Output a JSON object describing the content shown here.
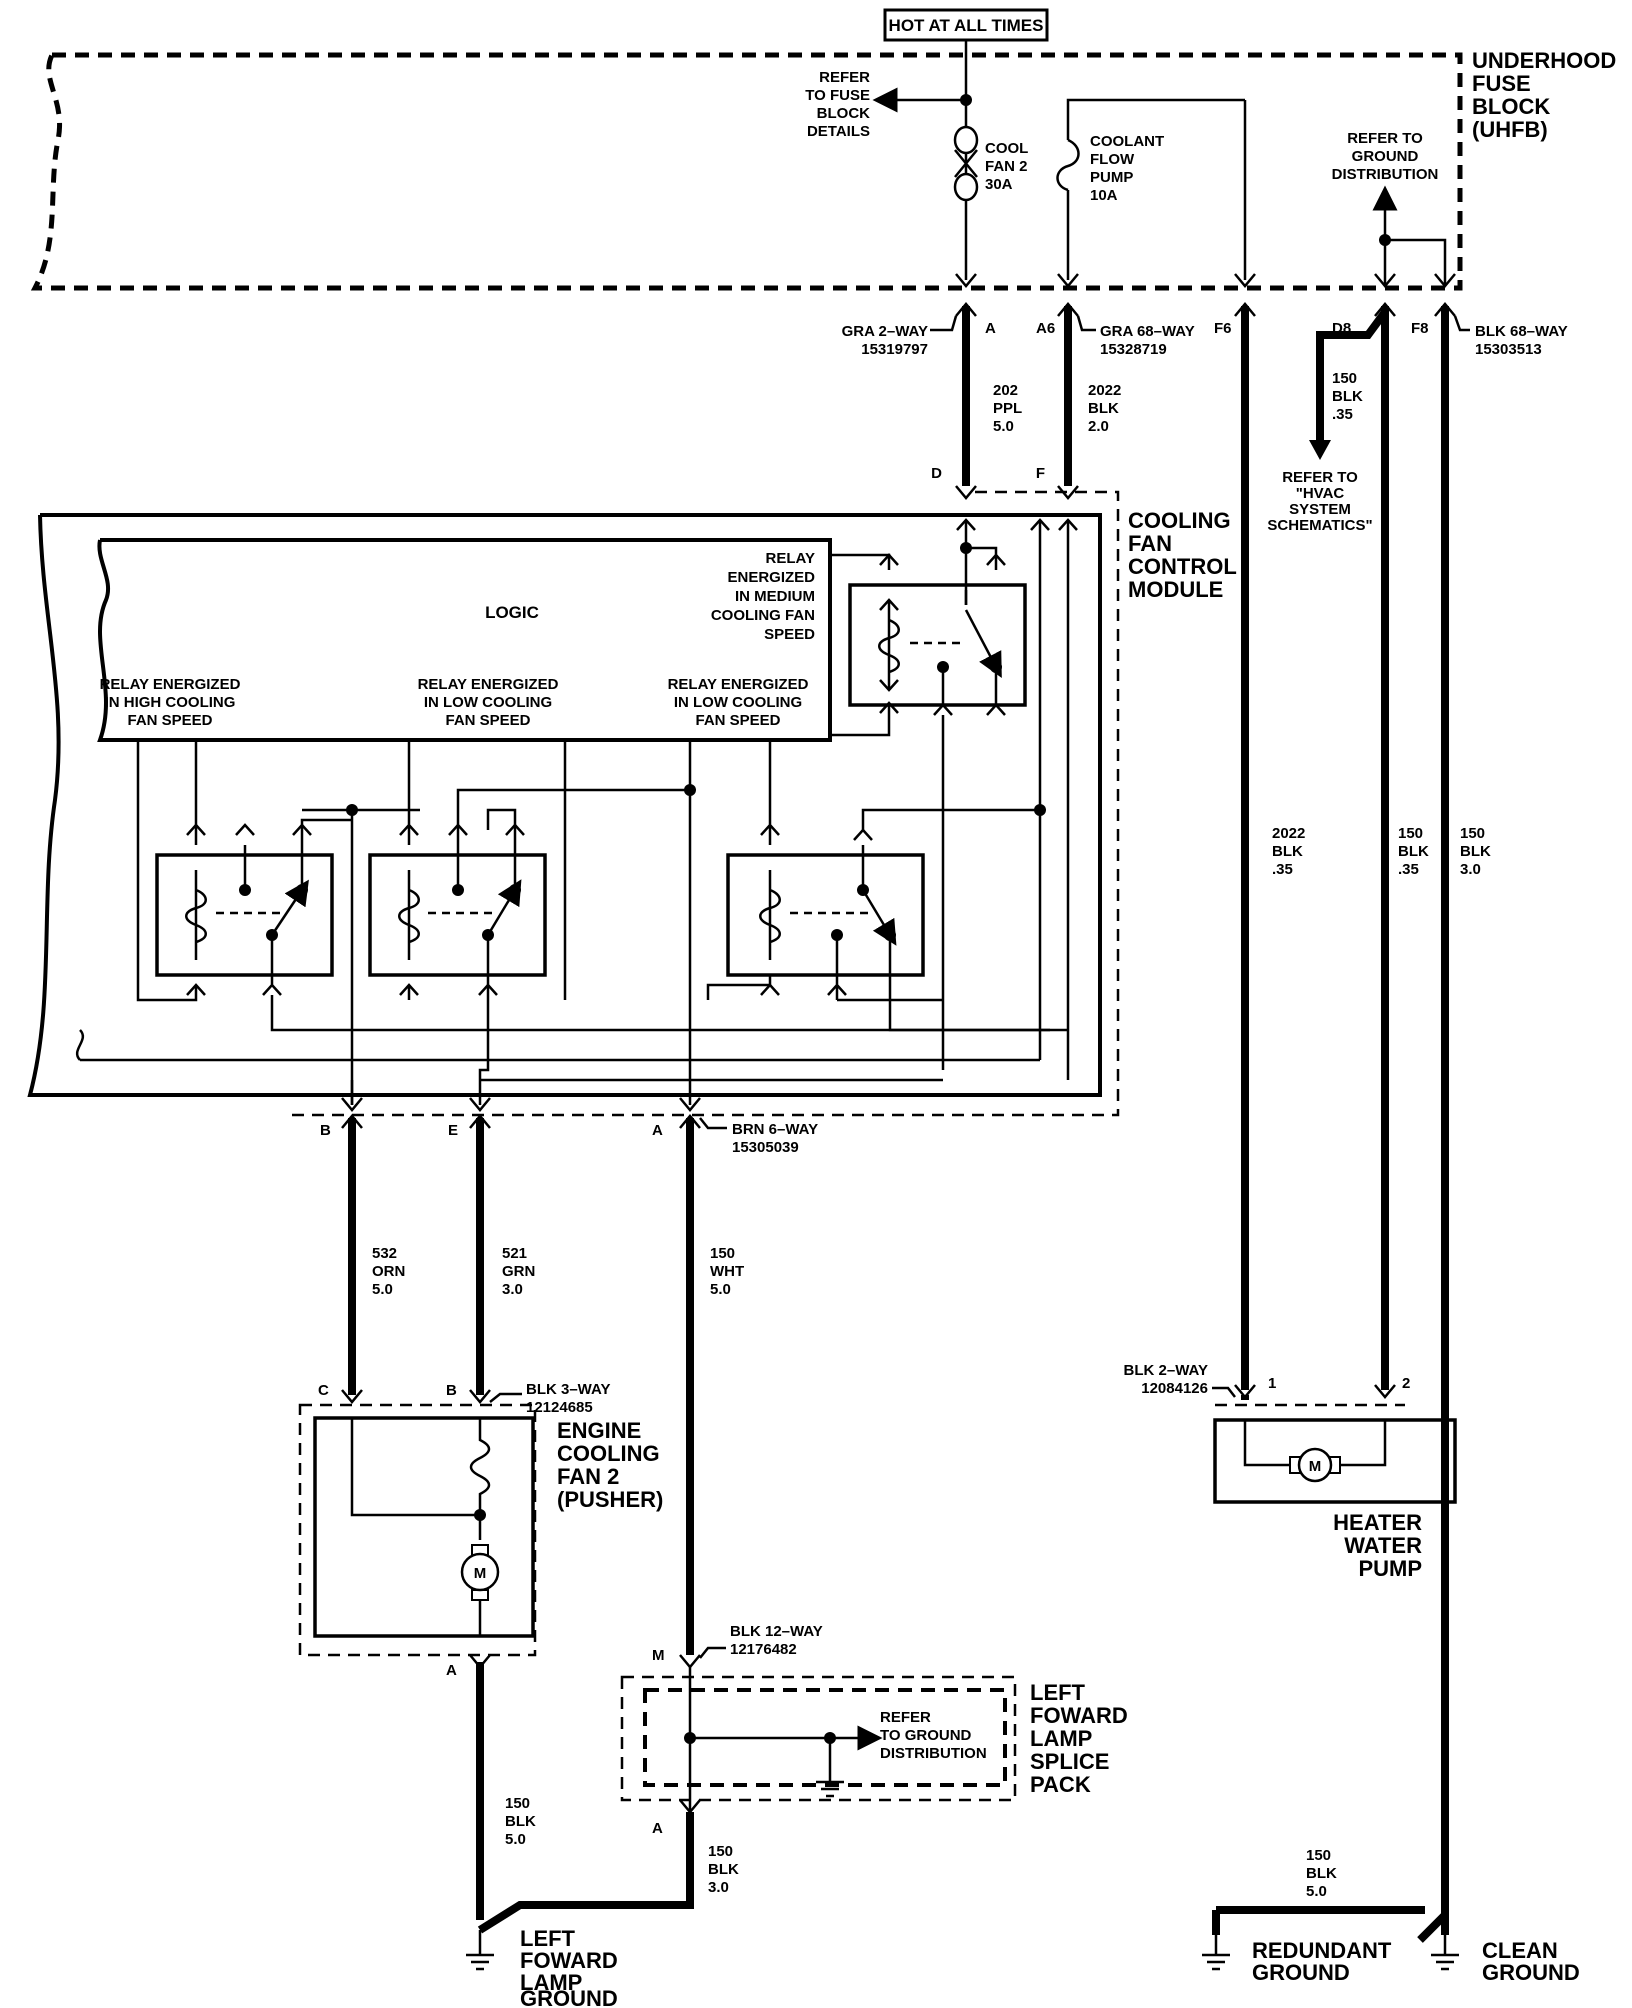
{
  "top": {
    "hot_label": "HOT AT ALL TIMES",
    "uhfb": [
      "UNDERHOOD",
      "FUSE",
      "BLOCK",
      "(UHFB)"
    ],
    "refer_fuse": [
      "REFER",
      "TO FUSE",
      "BLOCK",
      "DETAILS"
    ],
    "fuse1": [
      "COOL",
      "FAN 2",
      "30A"
    ],
    "fuse2": [
      "COOLANT",
      "FLOW",
      "PUMP",
      "10A"
    ],
    "refer_ground": [
      "REFER TO",
      "GROUND",
      "DISTRIBUTION"
    ]
  },
  "connectors": {
    "c1": [
      "GRA 2–WAY",
      "15319797"
    ],
    "c2": [
      "GRA 68–WAY",
      "15328719"
    ],
    "c3": [
      "BLK 68–WAY",
      "15303513"
    ],
    "c4": [
      "BRN 6–WAY",
      "15305039"
    ],
    "c5": [
      "BLK 3–WAY",
      "12124685"
    ],
    "c6": [
      "BLK 2–WAY",
      "12084126"
    ],
    "c7": [
      "BLK 12–WAY",
      "12176482"
    ]
  },
  "pins": {
    "A_top": "A",
    "A6": "A6",
    "F6": "F6",
    "D8": "D8",
    "F8": "F8",
    "D": "D",
    "F": "F",
    "B": "B",
    "E": "E",
    "A_mid": "A",
    "C": "C",
    "B2": "B",
    "A_fan": "A",
    "p1": "1",
    "p2": "2",
    "M": "M",
    "A_splice": "A"
  },
  "wires": {
    "w202": [
      "202",
      "PPL",
      "5.0"
    ],
    "w2022a": [
      "2022",
      "BLK",
      "2.0"
    ],
    "w150a": [
      "150",
      "BLK",
      ".35"
    ],
    "hvac": [
      "REFER TO",
      "\"HVAC",
      "SYSTEM",
      "SCHEMATICS\""
    ],
    "w2022b": [
      "2022",
      "BLK",
      ".35"
    ],
    "w150b": [
      "150",
      "BLK",
      ".35"
    ],
    "w150c": [
      "150",
      "BLK",
      "3.0"
    ],
    "w532": [
      "532",
      "ORN",
      "5.0"
    ],
    "w521": [
      "521",
      "GRN",
      "3.0"
    ],
    "w150d": [
      "150",
      "WHT",
      "5.0"
    ],
    "w150e": [
      "150",
      "BLK",
      "5.0"
    ],
    "w150f": [
      "150",
      "BLK",
      "3.0"
    ],
    "w150g": [
      "150",
      "BLK",
      "5.0"
    ]
  },
  "module": {
    "name": [
      "COOLING",
      "FAN",
      "CONTROL",
      "MODULE"
    ],
    "logic": "LOGIC",
    "relay_medium": [
      "RELAY",
      "ENERGIZED",
      "IN MEDIUM",
      "COOLING FAN",
      "SPEED"
    ],
    "relay_high": [
      "RELAY ENERGIZED",
      "IN HIGH COOLING",
      "FAN SPEED"
    ],
    "relay_low1": [
      "RELAY ENERGIZED",
      "IN LOW COOLING",
      "FAN SPEED"
    ],
    "relay_low2": [
      "RELAY ENERGIZED",
      "IN LOW COOLING",
      "FAN SPEED"
    ]
  },
  "components": {
    "fan2": [
      "ENGINE",
      "COOLING",
      "FAN 2",
      "(PUSHER)"
    ],
    "heater": [
      "HEATER",
      "WATER",
      "PUMP"
    ],
    "splice": [
      "LEFT",
      "FOWARD",
      "LAMP",
      "SPLICE",
      "PACK"
    ],
    "refer_ground2": [
      "REFER",
      "TO GROUND",
      "DISTRIBUTION"
    ],
    "motor": "M"
  },
  "grounds": {
    "left": [
      "LEFT",
      "FOWARD",
      "LAMP",
      "GROUND"
    ],
    "redundant": [
      "REDUNDANT",
      "GROUND"
    ],
    "clean": [
      "CLEAN",
      "GROUND"
    ]
  }
}
